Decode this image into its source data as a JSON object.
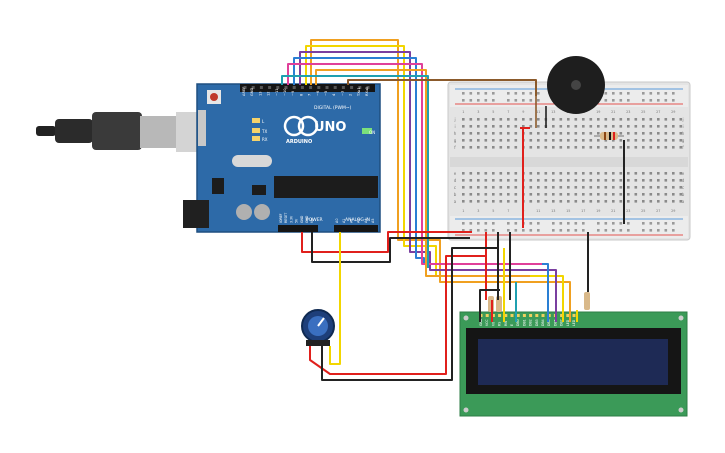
{
  "arduino": {
    "brand": "UNO",
    "logo_text": "ARDUINO",
    "on_label": "ON",
    "tx_label": "TX",
    "rx_label": "RX",
    "l_label": "L",
    "digital_label": "DIGITAL (PWM~)",
    "power_label": "POWER",
    "analog_label": "ANALOG IN",
    "digital_pins": [
      "AREF",
      "GND",
      "13",
      "12",
      "~11",
      "~10",
      "~9",
      "8",
      "7",
      "~6",
      "~5",
      "4",
      "~3",
      "2",
      "TX▸1",
      "RX◂0"
    ],
    "power_pins": [
      "IOREF",
      "RESET",
      "3.3V",
      "5V",
      "GND",
      "GND",
      "Vin"
    ],
    "analog_pins": [
      "A0",
      "A1",
      "A2",
      "A3",
      "A4",
      "A5"
    ]
  },
  "breadboard": {
    "col_numbers": [
      "1",
      "3",
      "5",
      "7",
      "9",
      "11",
      "13",
      "15",
      "17",
      "19",
      "21",
      "23",
      "25",
      "27",
      "29"
    ],
    "row_letters_top": [
      "j",
      "i",
      "h",
      "g",
      "f"
    ],
    "row_letters_bottom": [
      "e",
      "d",
      "c",
      "b",
      "a"
    ]
  },
  "lcd": {
    "pin_labels": [
      "GND",
      "VCC",
      "V0",
      "RS",
      "RW",
      "E",
      "DB0",
      "DB1",
      "DB2",
      "DB3",
      "DB4",
      "DB5",
      "DB6",
      "DB7",
      "LED",
      "LED"
    ]
  },
  "colors": {
    "board": "#2d6aa8",
    "wire_orange": "#f0a020",
    "wire_yellow": "#f2d600",
    "wire_purple": "#7a3fa0",
    "wire_blue": "#2a7fd4",
    "wire_pink": "#e0409a",
    "wire_brown": "#8b5a2b",
    "wire_red": "#e0201c",
    "wire_black": "#222222",
    "wire_teal": "#1fa0b0",
    "lcd_pcb": "#3b9a58",
    "lcd_screen": "#1e2a55"
  }
}
